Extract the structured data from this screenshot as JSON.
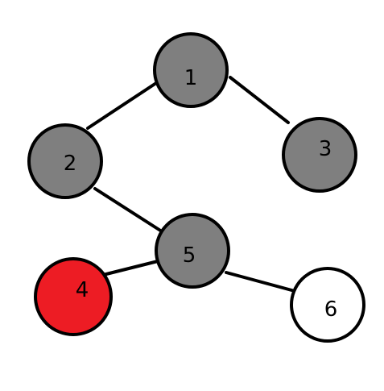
{
  "graph": {
    "nodes": [
      {
        "id": "1",
        "label": "1",
        "fill": "#7f7f7f"
      },
      {
        "id": "2",
        "label": "2",
        "fill": "#7f7f7f"
      },
      {
        "id": "3",
        "label": "3",
        "fill": "#7f7f7f"
      },
      {
        "id": "4",
        "label": "4",
        "fill": "#ed1c24"
      },
      {
        "id": "5",
        "label": "5",
        "fill": "#7f7f7f"
      },
      {
        "id": "6",
        "label": "6",
        "fill": "#ffffff"
      }
    ],
    "edges": [
      {
        "from": "1",
        "to": "2"
      },
      {
        "from": "1",
        "to": "3"
      },
      {
        "from": "2",
        "to": "5"
      },
      {
        "from": "5",
        "to": "4"
      },
      {
        "from": "5",
        "to": "6"
      }
    ]
  }
}
